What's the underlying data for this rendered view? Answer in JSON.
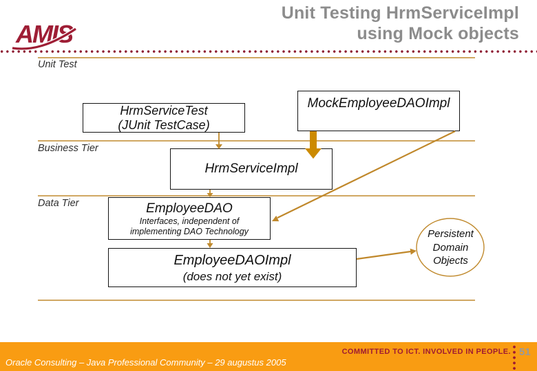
{
  "slide": {
    "logo_text": "AMIS",
    "title_line1": "Unit Testing HrmServiceImpl",
    "title_line2": "using Mock objects",
    "section_label": "Unit Test",
    "tiers": {
      "business": "Business Tier",
      "data": "Data Tier"
    },
    "boxes": {
      "hrm_service_test": {
        "line1": "HrmServiceTest",
        "line2": "(JUnit TestCase)"
      },
      "mock_employee_dao_impl": {
        "label": "MockEmployeeDAOImpl"
      },
      "hrm_service_impl": {
        "label": "HrmServiceImpl"
      },
      "employee_dao": {
        "title": "EmployeeDAO",
        "subtitle_line1": "Interfaces, independent of",
        "subtitle_line2": "implementing DAO Technology"
      },
      "employee_dao_impl": {
        "line1": "EmployeeDAOImpl",
        "line2": "(does not yet exist)"
      }
    },
    "ellipse": {
      "line1": "Persistent",
      "line2": "Domain",
      "line3": "Objects"
    },
    "footer": {
      "left": "Oracle Consulting – Java Professional Community – 29 augustus 2005",
      "tagline": "COMMITTED TO ICT. INVOLVED IN PEOPLE.",
      "page_number": "51"
    },
    "colors": {
      "maroon": "#9E1B32",
      "gold_line": "#C08A2E",
      "thick_arrow_orange": "#CC8A00",
      "orange_bar": "#F99C12",
      "title_gray": "#8C8C8C",
      "page_number_gray": "#97999D"
    }
  }
}
